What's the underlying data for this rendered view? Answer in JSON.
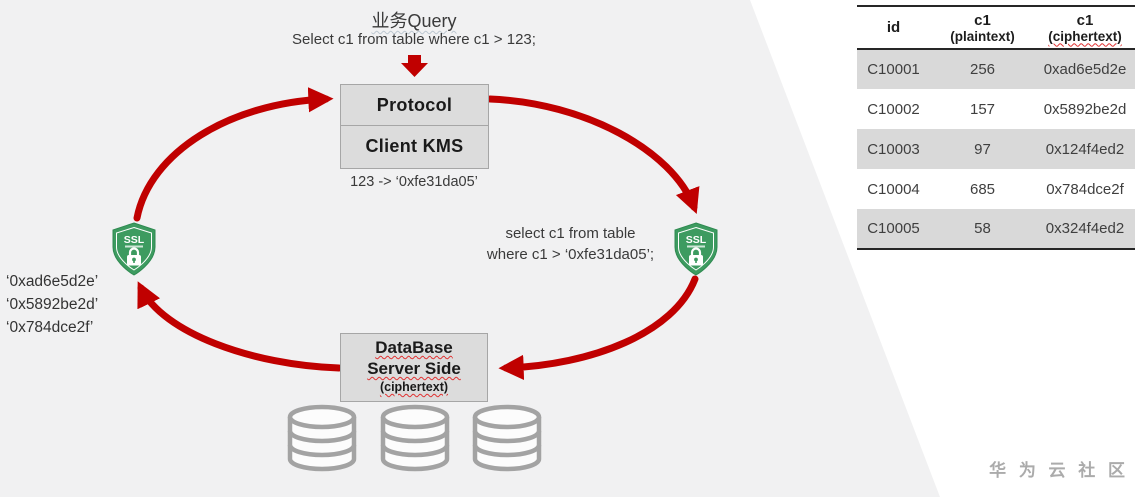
{
  "colors": {
    "accent_red": "#c00000",
    "shield_green": "#3d9b60",
    "box_fill": "#dcdcdc",
    "box_border": "#a6a6a6",
    "table_alt_row": "#d9d9d9",
    "background_polygon": "#f1f1f2",
    "watermark_gray": "#ababab"
  },
  "diagram": {
    "query_title": "业务Query",
    "query_sql": "Select c1 from table where c1 > 123;",
    "client_box": {
      "top_label": "Protocol",
      "bottom_label": "Client KMS"
    },
    "mapping_text": "123 -> ‘0xfe31da05’",
    "ssl_badge_label": "SSL",
    "left_ciphertexts": [
      "‘0xad6e5d2e’",
      "‘0x5892be2d’",
      "‘0x784dce2f’"
    ],
    "encrypted_sql": [
      "select c1 from table",
      "where c1 > ‘0xfe31da05’;"
    ],
    "db_box": {
      "line1": "DataBase",
      "line2": "Server Side",
      "line3": "(ciphertext)"
    }
  },
  "table": {
    "headers": [
      {
        "title": "id",
        "subtitle": ""
      },
      {
        "title": "c1",
        "subtitle": "(plaintext)"
      },
      {
        "title": "c1",
        "subtitle": "(ciphertext)"
      }
    ],
    "rows": [
      {
        "id": "C10001",
        "plaintext": "256",
        "ciphertext": "0xad6e5d2e"
      },
      {
        "id": "C10002",
        "plaintext": "157",
        "ciphertext": "0x5892be2d"
      },
      {
        "id": "C10003",
        "plaintext": "97",
        "ciphertext": "0x124f4ed2"
      },
      {
        "id": "C10004",
        "plaintext": "685",
        "ciphertext": "0x784dce2f"
      },
      {
        "id": "C10005",
        "plaintext": "58",
        "ciphertext": "0x324f4ed2"
      }
    ]
  },
  "watermark": "华 为 云 社 区"
}
